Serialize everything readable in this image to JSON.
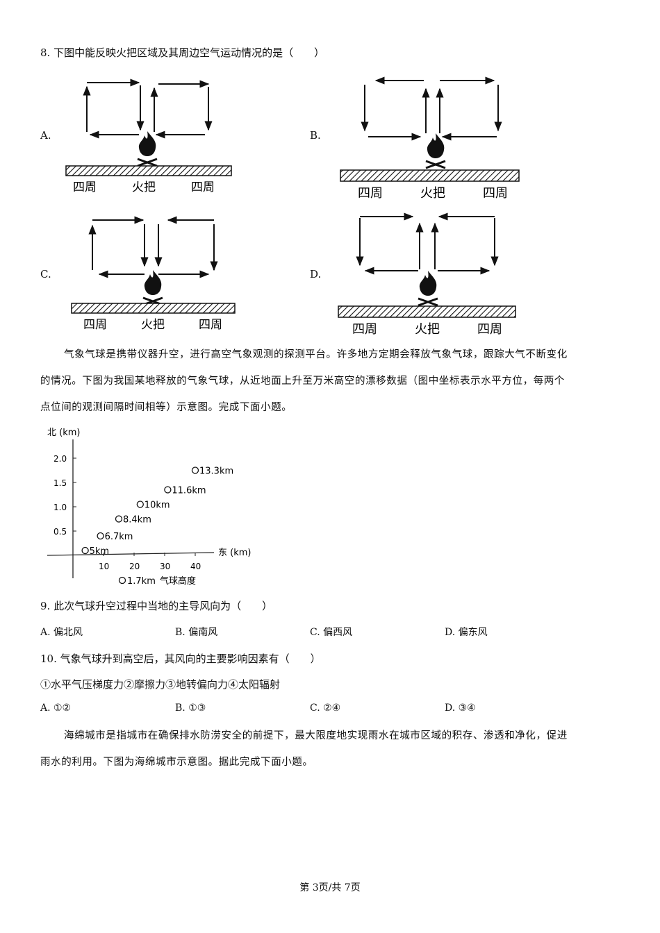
{
  "q8": {
    "stem": "8. 下图中能反映火把区域及其周边空气运动情况的是（　　）",
    "options": [
      "A.",
      "B.",
      "C.",
      "D."
    ],
    "labels": {
      "left": "四周",
      "center": "火把",
      "right": "四周"
    }
  },
  "intro_balloon": {
    "line1": "气象气球是携带仪器升空，进行高空气象观测的探测平台。许多地方定期会释放气象气球，跟踪大气不断变化",
    "line2": "的情况。下图为我国某地释放的气象气球，从近地面上升至万米高空的漂移数据（图中坐标表示水平方位，每两个",
    "line3": "点位间的观测间隔时间相等）示意图。完成下面小题。"
  },
  "chart_data": {
    "type": "scatter",
    "ylabel": "北 (km)",
    "xlabel": "东 (km)",
    "x_ticks": [
      10,
      20,
      30,
      40
    ],
    "y_ticks": [
      0.5,
      1.0,
      1.5,
      2.0
    ],
    "y_tick_labels": [
      "0.5",
      "1.0",
      "1.5",
      "2.0"
    ],
    "points": [
      {
        "x": 4,
        "y": 0.1,
        "label": "5km"
      },
      {
        "x": 9,
        "y": 0.4,
        "label": "6.7km"
      },
      {
        "x": 15,
        "y": 0.75,
        "label": "8.4km"
      },
      {
        "x": 22,
        "y": 1.05,
        "label": "10km"
      },
      {
        "x": 31,
        "y": 1.35,
        "label": "11.6km"
      },
      {
        "x": 40,
        "y": 1.75,
        "label": "13.3km"
      }
    ],
    "legend": {
      "marker_label": "1.7km",
      "text": "气球高度"
    }
  },
  "q9": {
    "stem": "9. 此次气球升空过程中当地的主导风向为（　　）",
    "options": [
      "A.  偏北风",
      "B.  偏南风",
      "C.  偏西风",
      "D.  偏东风"
    ]
  },
  "q10": {
    "stem": "10. 气象气球升到高空后，其风向的主要影响因素有（　　）",
    "factors": "①水平气压梯度力②摩擦力③地转偏向力④太阳辐射",
    "options": [
      "A. ①②",
      "B. ①③",
      "C. ②④",
      "D. ③④"
    ]
  },
  "intro_sponge": {
    "line1": "海绵城市是指城市在确保排水防涝安全的前提下，最大限度地实现雨水在城市区域的积存、渗透和净化，促进",
    "line2": "雨水的利用。下图为海绵城市示意图。据此完成下面小题。"
  },
  "footer": "第 3页/共 7页"
}
